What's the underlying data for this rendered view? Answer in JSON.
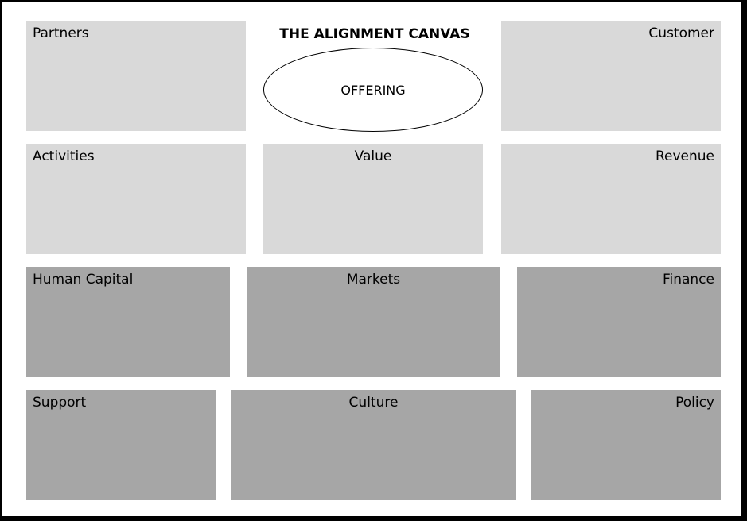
{
  "title": "THE ALIGNMENT CANVAS",
  "offering": "OFFERING",
  "colors": {
    "frame": "#000000",
    "light_box": "#d9d9d9",
    "dark_box": "#a6a6a6"
  },
  "row1": {
    "left": "Partners",
    "right": "Customer"
  },
  "row2": {
    "left": "Activities",
    "center": "Value",
    "right": "Revenue"
  },
  "row3": {
    "left": "Human Capital",
    "center": "Markets",
    "right": "Finance"
  },
  "row4": {
    "left": "Support",
    "center": "Culture",
    "right": "Policy"
  }
}
